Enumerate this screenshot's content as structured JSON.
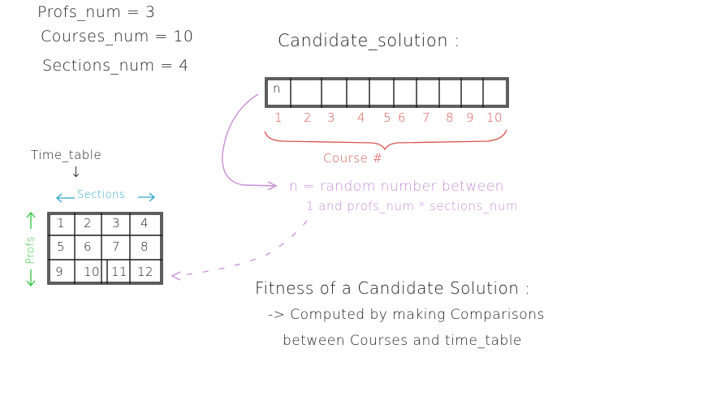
{
  "params": {
    "profs": "Profs_num = 3",
    "courses": "Courses_num = 10",
    "sections": "Sections_num = 4"
  },
  "candidate": {
    "title": "Candidate_solution :",
    "first_cell": "n",
    "indices": [
      "1",
      "2",
      "3",
      "4",
      "5",
      "6",
      "7",
      "8",
      "9",
      "10"
    ],
    "brace_label": "Course #"
  },
  "random": {
    "line1": "n = random number between",
    "line2": "1 and   profs_num * sections_num"
  },
  "timetable": {
    "title": "Time_table",
    "down_arrow": "↓",
    "sections_label": "Sections",
    "profs_label": "Profs",
    "cells": [
      [
        "1",
        "2",
        "3",
        "4"
      ],
      [
        "5",
        "6",
        "7",
        "8"
      ],
      [
        "9",
        "10",
        "11",
        "12"
      ]
    ]
  },
  "fitness": {
    "line1": "Fitness of a Candidate Solution :",
    "line2": "-> Computed by making Comparisons",
    "line3": "between Courses and time_table"
  },
  "colors": {
    "ink": "#1a1a1a",
    "red": "#d9534f",
    "pink": "#c78fd8",
    "blue": "#2aa7c9",
    "green": "#2fc23a"
  }
}
